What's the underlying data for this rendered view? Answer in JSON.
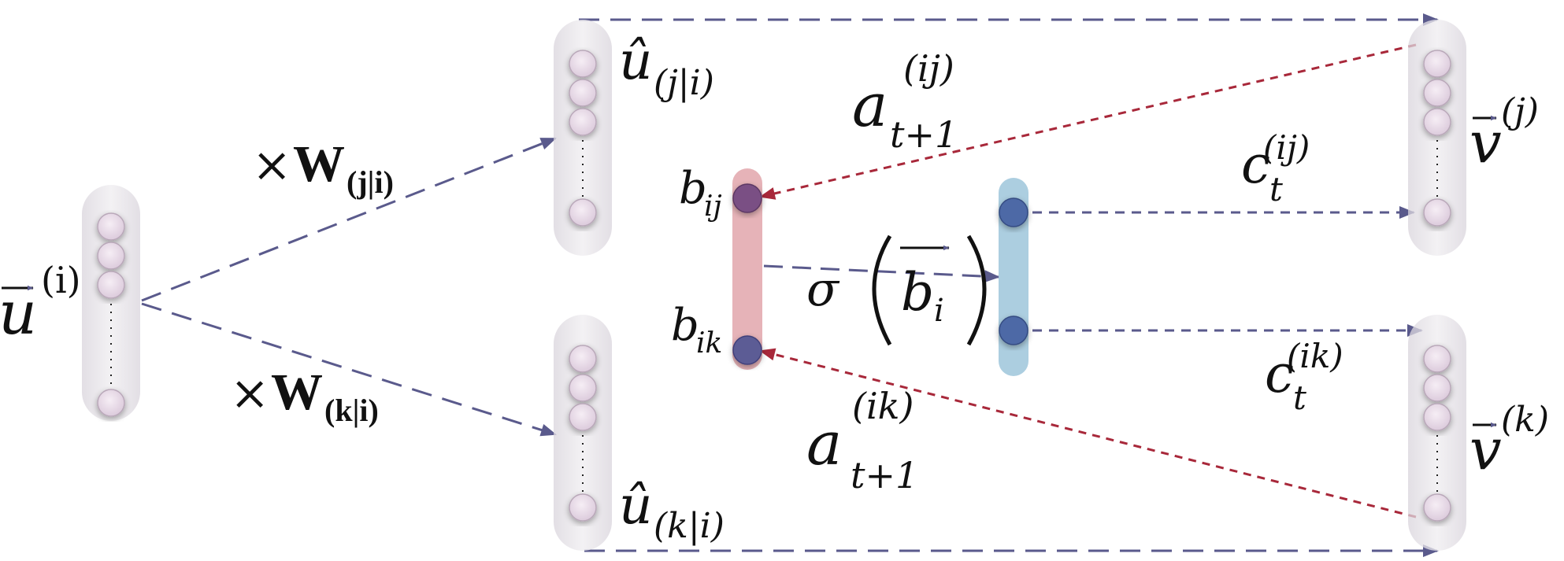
{
  "colors": {
    "background": "#ffffff",
    "arrow_blue": "#5a5a8c",
    "arrow_red": "#a8283a",
    "capsule_fill": "#e6e2e8",
    "node_fill": "#e9dce8",
    "red_bar": "#e2a6ab",
    "blue_bar": "#a3c9dd",
    "node_dark": "#7a4f84",
    "node_blue": "#4e69a6"
  },
  "labels": {
    "u_i": {
      "base": "u",
      "sup": "(i)"
    },
    "u_hat_j": {
      "base": "û",
      "sub": "(j|i)"
    },
    "u_hat_k": {
      "base": "û",
      "sub": "(k|i)"
    },
    "w_j": {
      "prefix": "×",
      "base": "W",
      "sub": "(j|i)"
    },
    "w_k": {
      "prefix": "×",
      "base": "W",
      "sub": "(k|i)"
    },
    "b_ij": {
      "base": "b",
      "sub": "ij"
    },
    "b_ik": {
      "base": "b",
      "sub": "ik"
    },
    "sigma": {
      "func": "σ",
      "arg": "b",
      "arg_sub": "i"
    },
    "a_ij": {
      "base": "a",
      "sup": "(ij)",
      "sub": "t+1"
    },
    "a_ik": {
      "base": "a",
      "sup": "(ik)",
      "sub": "t+1"
    },
    "c_ij": {
      "base": "c",
      "sup": "(ij)",
      "sub": "t"
    },
    "c_ik": {
      "base": "c",
      "sup": "(ik)",
      "sub": "t"
    },
    "v_j": {
      "base": "v",
      "sup": "(j)"
    },
    "v_k": {
      "base": "v",
      "sup": "(k)"
    }
  }
}
